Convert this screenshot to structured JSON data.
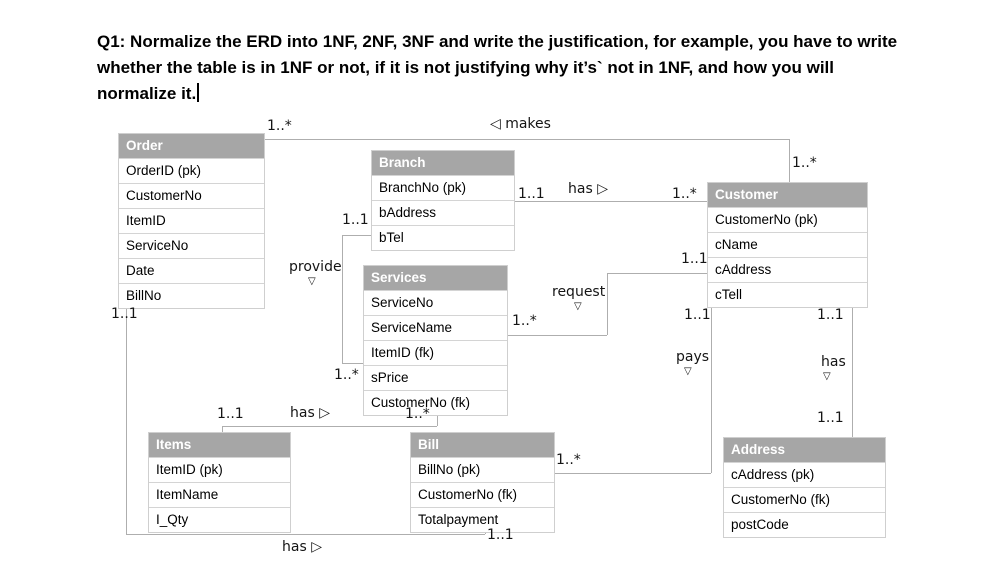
{
  "question": {
    "text": "Q1: Normalize the ERD into 1NF, 2NF, 3NF and write the justification, for example, you have to write whether the table is in 1NF or not, if it is not justifying why it’s` not in 1NF, and how you will normalize it."
  },
  "entities": [
    {
      "id": "order",
      "title": "Order",
      "fields": [
        "OrderID (pk)",
        "CustomerNo",
        "ItemID",
        "ServiceNo",
        "Date",
        "BillNo"
      ]
    },
    {
      "id": "branch",
      "title": "Branch",
      "fields": [
        "BranchNo (pk)",
        "bAddress",
        "bTel"
      ]
    },
    {
      "id": "services",
      "title": "Services",
      "fields": [
        "ServiceNo",
        "ServiceName",
        "ItemID (fk)",
        "sPrice",
        "CustomerNo (fk)"
      ]
    },
    {
      "id": "customer",
      "title": "Customer",
      "fields": [
        "CustomerNo (pk)",
        "cName",
        "cAddress",
        "cTell"
      ]
    },
    {
      "id": "items",
      "title": "Items",
      "fields": [
        "ItemID (pk)",
        "ItemName",
        "I_Qty"
      ]
    },
    {
      "id": "bill",
      "title": "Bill",
      "fields": [
        "BillNo (pk)",
        "CustomerNo (fk)",
        "Totalpayment"
      ]
    },
    {
      "id": "address",
      "title": "Address",
      "fields": [
        "cAddress (pk)",
        "CustomerNo (fk)",
        "postCode"
      ]
    }
  ],
  "labels": [
    {
      "text": "1..*"
    },
    {
      "text": "◁ makes"
    },
    {
      "text": "1..*"
    },
    {
      "text": "1..1"
    },
    {
      "text": "has ▷"
    },
    {
      "text": "1..*"
    },
    {
      "text": "1..1"
    },
    {
      "text": "provide"
    },
    {
      "text": "▽"
    },
    {
      "text": "1..*"
    },
    {
      "text": "1..*"
    },
    {
      "text": "request"
    },
    {
      "text": "▽"
    },
    {
      "text": "1..1"
    },
    {
      "text": "1..1"
    },
    {
      "text": "pays"
    },
    {
      "text": "▽"
    },
    {
      "text": "1..*"
    },
    {
      "text": "1..1"
    },
    {
      "text": "has"
    },
    {
      "text": "▽"
    },
    {
      "text": "1..1"
    },
    {
      "text": "1..1"
    },
    {
      "text": "1..1"
    },
    {
      "text": "has ▷"
    },
    {
      "text": "1..*"
    },
    {
      "text": "1..1"
    },
    {
      "text": "has ▷"
    }
  ],
  "colors": {
    "header_bg": "#a6a6a6",
    "header_text": "#ffffff",
    "row_border": "#d4d4d4",
    "connector": "#aeaeae"
  }
}
